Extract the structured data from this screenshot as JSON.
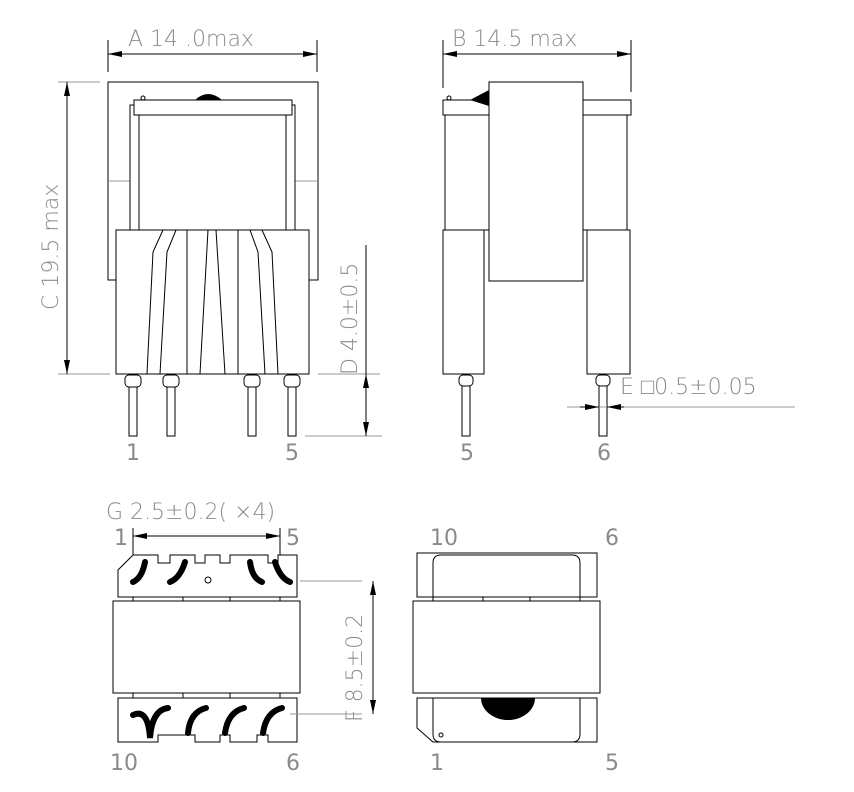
{
  "dimensions": {
    "A": "A 14 .0max",
    "B": "B 14.5 max",
    "C": "C 19.5 max",
    "D": "D 4.0±0.5",
    "E": "E □0.5±0.05",
    "F": "F 8.5±0.2",
    "G": "G 2.5±0.2( ×4)"
  },
  "front_view": {
    "pin_left": "1",
    "pin_right": "5"
  },
  "side_view": {
    "pin_left": "5",
    "pin_right": "6"
  },
  "bottom_view": {
    "top_left": "1",
    "top_right": "5",
    "bottom_left": "10",
    "bottom_right": "6"
  },
  "top_view": {
    "top_left": "10",
    "top_right": "6",
    "bottom_left": "1",
    "bottom_right": "5"
  }
}
